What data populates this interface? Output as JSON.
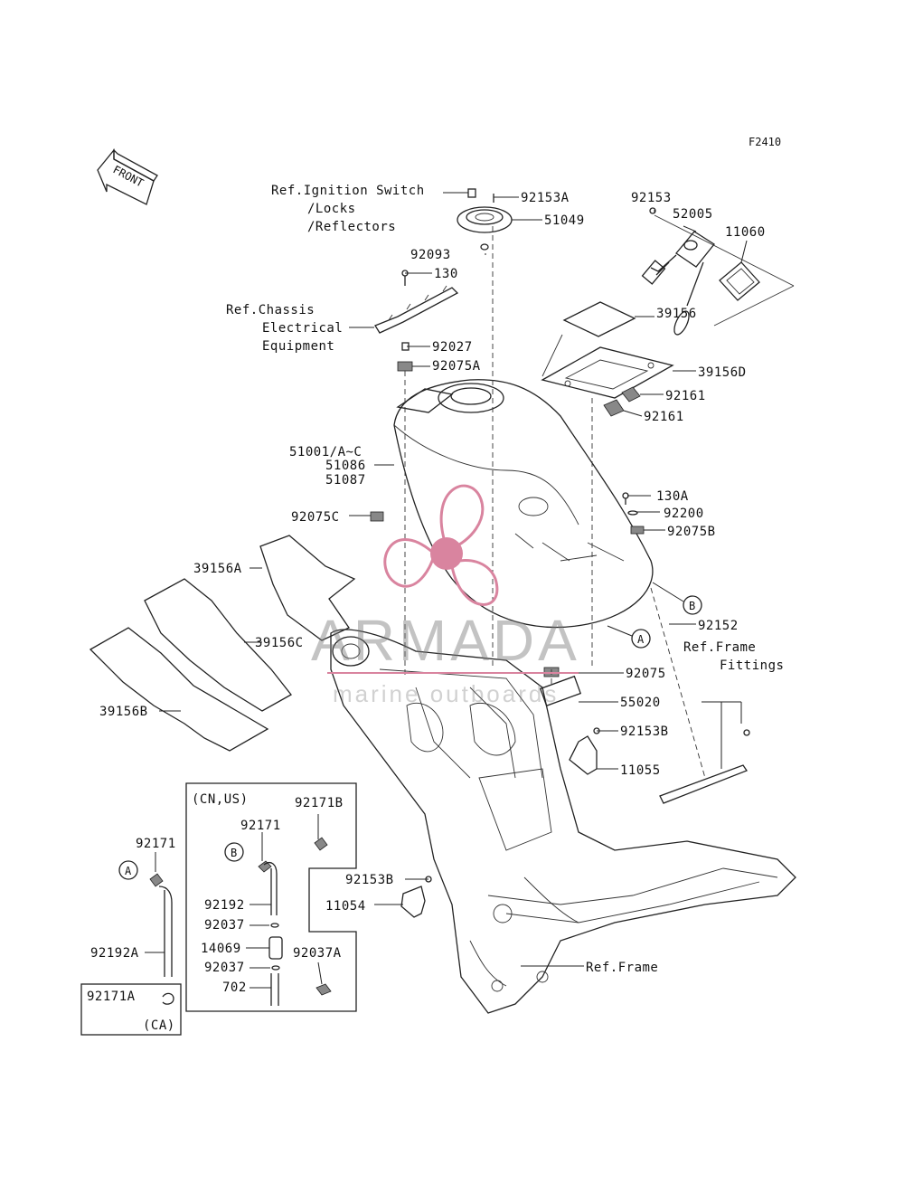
{
  "diagram_id": "F2410",
  "front_label": "FRONT",
  "watermark": {
    "title": "ARMADA",
    "subtitle": "marine outboards",
    "color": "#d9849f"
  },
  "refs": {
    "ignition": [
      "Ref.Ignition Switch",
      "/Locks",
      "/Reflectors"
    ],
    "chassis": [
      "Ref.Chassis",
      "Electrical",
      "Equipment"
    ],
    "frame_fittings": [
      "Ref.Frame",
      "Fittings"
    ],
    "frame": "Ref.Frame"
  },
  "parts": {
    "p92153A": "92153A",
    "p51049": "51049",
    "p92093": "92093",
    "p130": "130",
    "p92027": "92027",
    "p92075A": "92075A",
    "p92153": "92153",
    "p52005": "52005",
    "p11060": "11060",
    "p39156": "39156",
    "p39156D": "39156D",
    "p92161a": "92161",
    "p92161b": "92161",
    "p51001": "51001/A~C",
    "p51086": "51086",
    "p51087": "51087",
    "p92075C": "92075C",
    "p130A": "130A",
    "p92200": "92200",
    "p92075B": "92075B",
    "p39156A": "39156A",
    "p39156C": "39156C",
    "p92152": "92152",
    "p92075": "92075",
    "p55020": "55020",
    "p39156B": "39156B",
    "p92153B": "92153B",
    "p11055": "11055",
    "p92171B": "92171B",
    "p92171": "92171",
    "p92192": "92192",
    "p92037": "92037",
    "p14069": "14069",
    "p92037b": "92037",
    "p702": "702",
    "p92037A": "92037A",
    "p92153B2": "92153B",
    "p11054": "11054",
    "p92171L": "92171",
    "p92192A": "92192A",
    "p92171A": "92171A"
  },
  "variants": {
    "cn_us": "(CN,US)",
    "ca": "(CA)"
  },
  "callouts": {
    "A1": "A",
    "A2": "A",
    "B1": "B",
    "B2": "B"
  }
}
